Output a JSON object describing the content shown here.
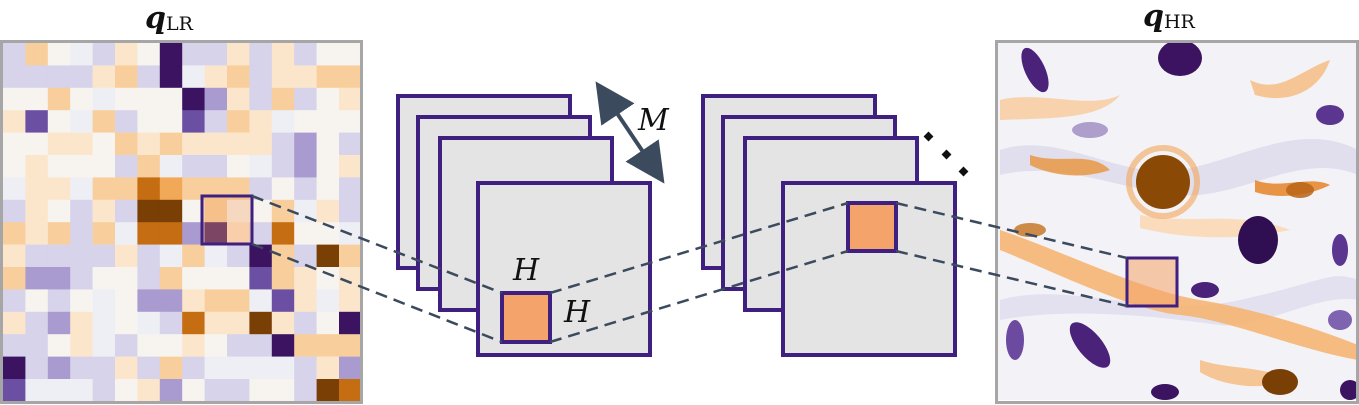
{
  "labels": {
    "q_lr_symbol": "q",
    "q_lr_subscript": "LR",
    "q_hr_symbol": "q",
    "q_hr_subscript": "HR",
    "patch_height": "H",
    "patch_width": "H",
    "channel_count": "M"
  },
  "colors": {
    "frame_border": "#a6a6a6",
    "channel_stroke": "#3f1f7f",
    "channel_fill": "#e4e4e4",
    "patch_fill": "#f4a46a",
    "connector": "#3c4a5e",
    "negative_dark": "#3b1360",
    "positive_dark": "#8a4a06"
  },
  "icons": [
    "double-headed-arrow-icon",
    "ellipsis-dots-icon"
  ]
}
